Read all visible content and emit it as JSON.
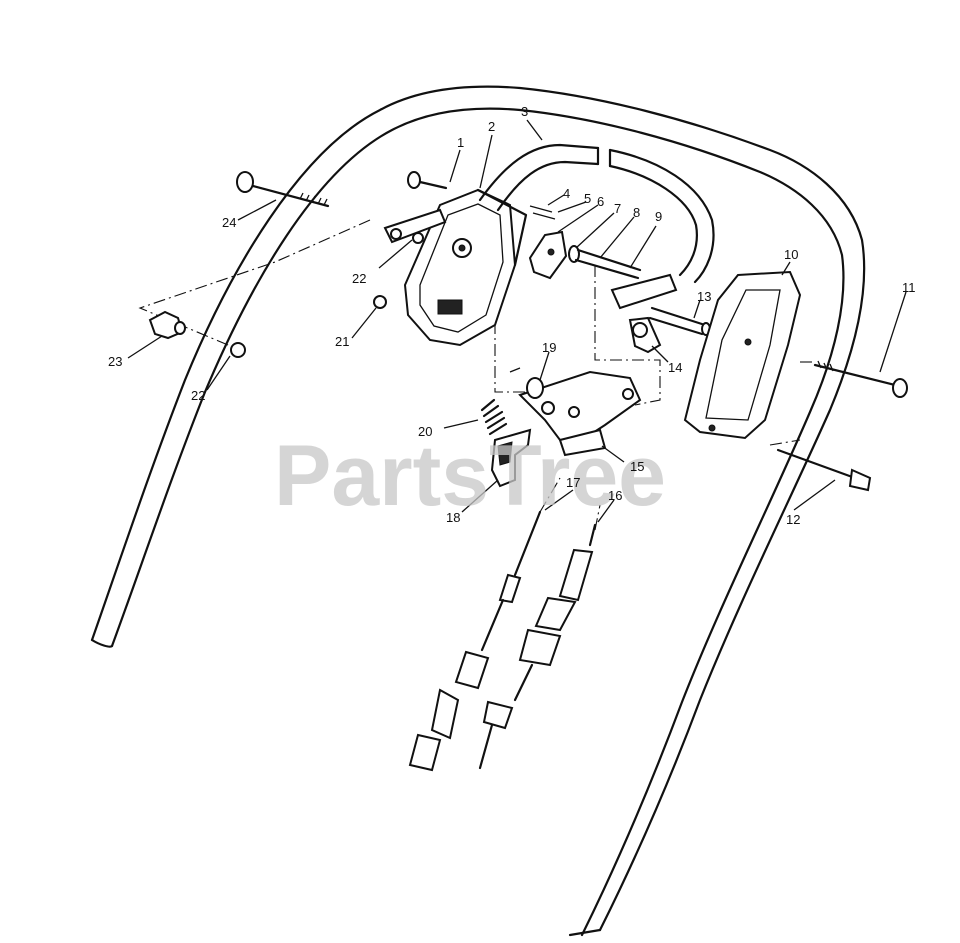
{
  "diagram": {
    "watermark": "PartsTree",
    "labels": [
      {
        "id": "1",
        "text": "1"
      },
      {
        "id": "2",
        "text": "2"
      },
      {
        "id": "3",
        "text": "3"
      },
      {
        "id": "4",
        "text": "4"
      },
      {
        "id": "5",
        "text": "5"
      },
      {
        "id": "6",
        "text": "6"
      },
      {
        "id": "7",
        "text": "7"
      },
      {
        "id": "8",
        "text": "8"
      },
      {
        "id": "9",
        "text": "9"
      },
      {
        "id": "10",
        "text": "10"
      },
      {
        "id": "11",
        "text": "11"
      },
      {
        "id": "12",
        "text": "12"
      },
      {
        "id": "13",
        "text": "13"
      },
      {
        "id": "14",
        "text": "14"
      },
      {
        "id": "15",
        "text": "15"
      },
      {
        "id": "16",
        "text": "16"
      },
      {
        "id": "17",
        "text": "17"
      },
      {
        "id": "18",
        "text": "18"
      },
      {
        "id": "19",
        "text": "19"
      },
      {
        "id": "20",
        "text": "20"
      },
      {
        "id": "21",
        "text": "21"
      },
      {
        "id": "22a",
        "text": "22"
      },
      {
        "id": "22b",
        "text": "22"
      },
      {
        "id": "23",
        "text": "23"
      },
      {
        "id": "24",
        "text": "24"
      }
    ]
  }
}
